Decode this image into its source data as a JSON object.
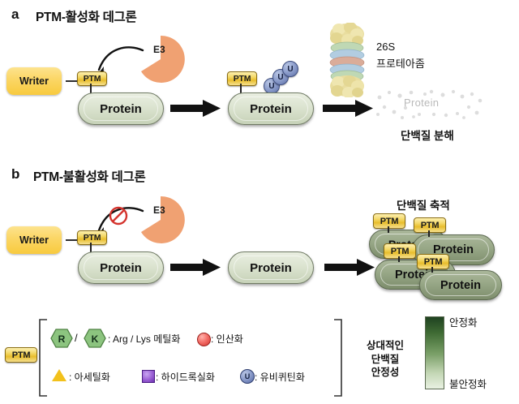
{
  "figure": {
    "panels": [
      {
        "letter": "a",
        "title": "PTM-활성화 데그론",
        "writer_label": "Writer",
        "ptm_label": "PTM",
        "e3_label": "E3",
        "protein_label": "Protein",
        "ubiquitin_label": "U",
        "proteasome_label_line1": "26S",
        "proteasome_label_line2": "프로테아좀",
        "degraded_protein_label": "Protein",
        "outcome_label": "단백질 분해"
      },
      {
        "letter": "b",
        "title": "PTM-불활성화 데그론",
        "writer_label": "Writer",
        "ptm_label": "PTM",
        "e3_label": "E3",
        "protein_label": "Protein",
        "blocked_icon": "no-entry-icon",
        "outcome_label": "단백질 축적"
      }
    ]
  },
  "legend": {
    "group_tag": "PTM",
    "items": [
      {
        "icon": "hexagon-R-icon",
        "symbol": "R",
        "text": ": Arg / Lys 메틸화",
        "separator": "/",
        "symbol2": "K",
        "icon2": "hexagon-K-icon"
      },
      {
        "icon": "red-circle-icon",
        "text": ": 인산화"
      },
      {
        "icon": "yellow-triangle-icon",
        "text": ": 아세틸화"
      },
      {
        "icon": "purple-square-icon",
        "text": ": 하이드록실화"
      },
      {
        "icon": "blue-circle-U-icon",
        "symbol": "U",
        "text": ": 유비퀴틴화"
      }
    ]
  },
  "stability_scale": {
    "title_lines": [
      "상대적인",
      "단백질",
      "안정성"
    ],
    "top_label": "안정화",
    "bottom_label": "불안정화"
  },
  "colors": {
    "writer": "#fbd664",
    "ptm_tag": "#e8bd2c",
    "protein_light": "#dde5d2",
    "protein_dark": "#97a786",
    "e3": "#f0a172",
    "ubiquitin": "#8fa0cd",
    "block": "#d4342e",
    "gradient_top": "#1f4220",
    "gradient_bottom": "#e9f1e2"
  }
}
